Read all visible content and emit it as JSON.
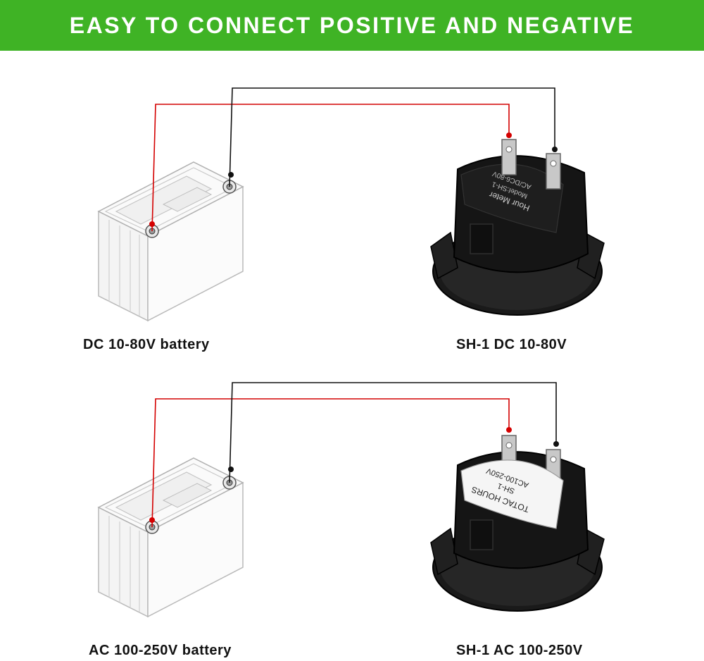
{
  "banner": {
    "title": "EASY TO CONNECT POSITIVE AND NEGATIVE",
    "color": "#3fb325"
  },
  "wire_colors": {
    "positive": "#d40000",
    "negative": "#111111"
  },
  "top": {
    "battery_label": "DC 10-80V battery",
    "meter_label": "SH-1 DC 10-80V",
    "meter_text": [
      "Hour Meter",
      "Model:SH-1",
      "AC/DC6-80V"
    ]
  },
  "bottom": {
    "battery_label": "AC 100-250V battery",
    "meter_label": "SH-1 AC 100-250V",
    "meter_text": [
      "TOTAC HOURS",
      "SH-1",
      "AC100-250V"
    ]
  }
}
